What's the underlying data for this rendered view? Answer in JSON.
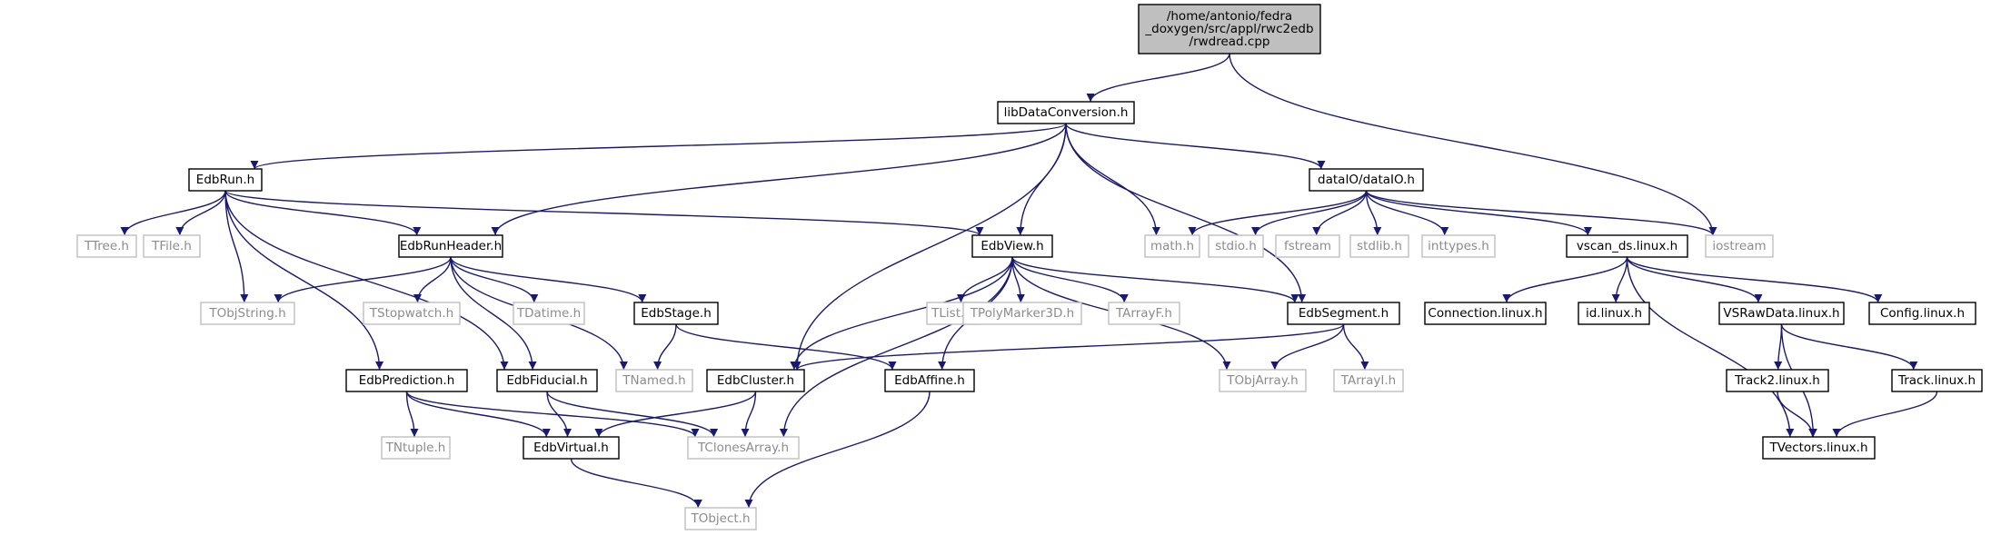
{
  "diagram": {
    "root": {
      "lines": [
        "/home/antonio/fedra",
        "_doxygen/src/appl/rwc2edb",
        "/rwdread.cpp"
      ]
    },
    "nodes": {
      "libDataConversion": "libDataConversion.h",
      "EdbRun": "EdbRun.h",
      "dataIO": "dataIO/dataIO.h",
      "TTree": "TTree.h",
      "TFile": "TFile.h",
      "EdbRunHeader": "EdbRunHeader.h",
      "EdbView": "EdbView.h",
      "math": "math.h",
      "stdio": "stdio.h",
      "fstream": "fstream",
      "stdlib": "stdlib.h",
      "inttypes": "inttypes.h",
      "vscan_ds": "vscan_ds.linux.h",
      "iostream": "iostream",
      "TObjString": "TObjString.h",
      "TStopwatch": "TStopwatch.h",
      "TDatime": "TDatime.h",
      "EdbStage": "EdbStage.h",
      "TList": "TList.h",
      "TPolyMarker3D": "TPolyMarker3D.h",
      "TArrayF": "TArrayF.h",
      "EdbSegment": "EdbSegment.h",
      "Connection": "Connection.linux.h",
      "idlinux": "id.linux.h",
      "VSRawData": "VSRawData.linux.h",
      "Config": "Config.linux.h",
      "TNamed": "TNamed.h",
      "EdbPrediction": "EdbPrediction.h",
      "EdbFiducial": "EdbFiducial.h",
      "EdbCluster": "EdbCluster.h",
      "EdbAffine": "EdbAffine.h",
      "TObjArray": "TObjArray.h",
      "TArrayI": "TArrayI.h",
      "Track2": "Track2.linux.h",
      "Track": "Track.linux.h",
      "TNtuple": "TNtuple.h",
      "EdbVirtual": "EdbVirtual.h",
      "TClonesArray": "TClonesArray.h",
      "TVectors": "TVectors.linux.h",
      "TObject": "TObject.h"
    },
    "edges": [
      [
        "root",
        "libDataConversion"
      ],
      [
        "root",
        "iostream"
      ],
      [
        "libDataConversion",
        "EdbRun"
      ],
      [
        "libDataConversion",
        "EdbRunHeader"
      ],
      [
        "libDataConversion",
        "EdbCluster"
      ],
      [
        "libDataConversion",
        "EdbView"
      ],
      [
        "libDataConversion",
        "math"
      ],
      [
        "libDataConversion",
        "EdbSegment"
      ],
      [
        "libDataConversion",
        "dataIO"
      ],
      [
        "EdbRun",
        "TTree"
      ],
      [
        "EdbRun",
        "TFile"
      ],
      [
        "EdbRun",
        "EdbRunHeader"
      ],
      [
        "EdbRun",
        "TObjString"
      ],
      [
        "EdbRun",
        "EdbFiducial"
      ],
      [
        "EdbRun",
        "EdbPrediction"
      ],
      [
        "EdbRun",
        "EdbView"
      ],
      [
        "dataIO",
        "math"
      ],
      [
        "dataIO",
        "stdio"
      ],
      [
        "dataIO",
        "fstream"
      ],
      [
        "dataIO",
        "stdlib"
      ],
      [
        "dataIO",
        "inttypes"
      ],
      [
        "dataIO",
        "vscan_ds"
      ],
      [
        "dataIO",
        "iostream"
      ],
      [
        "EdbRunHeader",
        "TObjString"
      ],
      [
        "EdbRunHeader",
        "TStopwatch"
      ],
      [
        "EdbRunHeader",
        "TDatime"
      ],
      [
        "EdbRunHeader",
        "EdbStage"
      ],
      [
        "EdbRunHeader",
        "EdbFiducial"
      ],
      [
        "EdbRunHeader",
        "TNamed"
      ],
      [
        "EdbView",
        "TList"
      ],
      [
        "EdbView",
        "TPolyMarker3D"
      ],
      [
        "EdbView",
        "TArrayF"
      ],
      [
        "EdbView",
        "EdbSegment"
      ],
      [
        "EdbView",
        "EdbCluster"
      ],
      [
        "EdbView",
        "EdbAffine"
      ],
      [
        "EdbView",
        "TObjArray"
      ],
      [
        "EdbView",
        "TClonesArray"
      ],
      [
        "vscan_ds",
        "Connection"
      ],
      [
        "vscan_ds",
        "idlinux"
      ],
      [
        "vscan_ds",
        "VSRawData"
      ],
      [
        "vscan_ds",
        "Config"
      ],
      [
        "vscan_ds",
        "TVectors"
      ],
      [
        "EdbStage",
        "TNamed"
      ],
      [
        "EdbStage",
        "EdbAffine"
      ],
      [
        "EdbSegment",
        "EdbCluster"
      ],
      [
        "EdbSegment",
        "TObjArray"
      ],
      [
        "EdbSegment",
        "TArrayI"
      ],
      [
        "VSRawData",
        "Track2"
      ],
      [
        "VSRawData",
        "Track"
      ],
      [
        "VSRawData",
        "TVectors"
      ],
      [
        "EdbPrediction",
        "TNtuple"
      ],
      [
        "EdbPrediction",
        "EdbVirtual"
      ],
      [
        "EdbPrediction",
        "TClonesArray"
      ],
      [
        "EdbFiducial",
        "EdbVirtual"
      ],
      [
        "EdbFiducial",
        "TClonesArray"
      ],
      [
        "EdbCluster",
        "EdbVirtual"
      ],
      [
        "EdbCluster",
        "TClonesArray"
      ],
      [
        "EdbAffine",
        "TObject"
      ],
      [
        "Track2",
        "TVectors"
      ],
      [
        "Track",
        "TVectors"
      ],
      [
        "EdbVirtual",
        "TObject"
      ]
    ]
  }
}
